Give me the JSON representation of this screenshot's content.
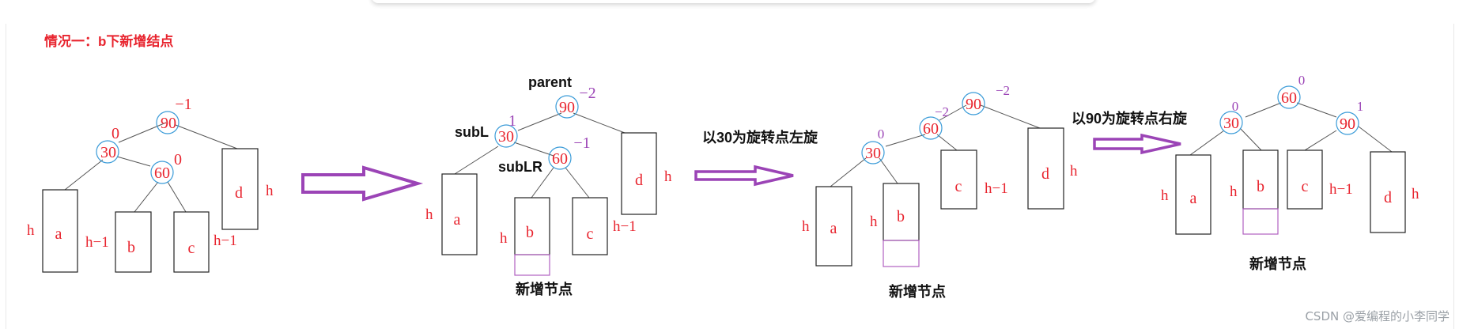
{
  "title": "情况一：b下新增结点",
  "watermark": "CSDN @爱编程的小李同学",
  "colors": {
    "red": "#e8242e",
    "title": "#e8242e",
    "purple": "#9b44b6",
    "circle": "#3a9bd8",
    "line": "#444444",
    "box": "#222222",
    "new_box": "#b060c0"
  },
  "diagram1": {
    "nodes": {
      "n90": "90",
      "n30": "30",
      "n60": "60"
    },
    "bf": {
      "n90": "−1",
      "n30": "0",
      "n60": "0"
    },
    "subtrees": {
      "a": "a",
      "b": "b",
      "c": "c",
      "d": "d"
    },
    "heights": {
      "a": "h",
      "b": "h−1",
      "c": "h−1",
      "d": "h"
    }
  },
  "diagram2": {
    "labels": {
      "parent": "parent",
      "subL": "subL",
      "subLR": "subLR"
    },
    "nodes": {
      "n90": "90",
      "n30": "30",
      "n60": "60"
    },
    "bf": {
      "n90": "−2",
      "n30": "1",
      "n60": "−1"
    },
    "subtrees": {
      "a": "a",
      "b": "b",
      "c": "c",
      "d": "d"
    },
    "heights": {
      "a": "h",
      "b": "h",
      "c": "h−1",
      "d": "h"
    },
    "new_node_label": "新增节点"
  },
  "step1_label": "以30为旋转点左旋",
  "diagram3": {
    "nodes": {
      "n90": "90",
      "n60": "60",
      "n30": "30"
    },
    "bf": {
      "n90": "−2",
      "n60": "−2",
      "n30": "0"
    },
    "subtrees": {
      "a": "a",
      "b": "b",
      "c": "c",
      "d": "d"
    },
    "heights": {
      "a": "h",
      "b": "h",
      "c": "h−1",
      "d": "h"
    },
    "new_node_label": "新增节点"
  },
  "step2_label": "以90为旋转点右旋",
  "diagram4": {
    "nodes": {
      "n60": "60",
      "n30": "30",
      "n90": "90"
    },
    "bf": {
      "n60": "0",
      "n30": "0",
      "n90": "1"
    },
    "subtrees": {
      "a": "a",
      "b": "b",
      "c": "c",
      "d": "d"
    },
    "heights": {
      "a": "h",
      "b": "h",
      "c": "h−1",
      "d": "h"
    },
    "new_node_label": "新增节点"
  }
}
